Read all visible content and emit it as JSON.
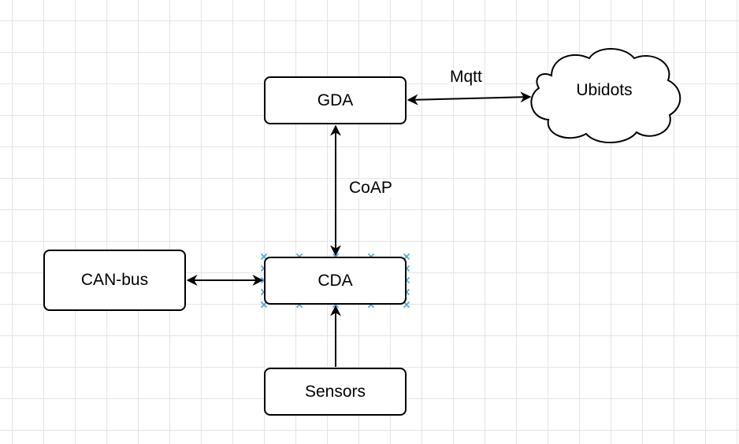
{
  "diagram": {
    "nodes": {
      "gda": "GDA",
      "cda": "CDA",
      "canbus": "CAN-bus",
      "sensors": "Sensors",
      "ubidots": "Ubidots"
    },
    "edges": [
      {
        "from": "gda",
        "to": "ubidots",
        "label": "Mqtt",
        "direction": "both"
      },
      {
        "from": "gda",
        "to": "cda",
        "label": "CoAP",
        "direction": "both"
      },
      {
        "from": "canbus",
        "to": "cda",
        "label": "",
        "direction": "both"
      },
      {
        "from": "sensors",
        "to": "cda",
        "label": "",
        "direction": "forward"
      }
    ],
    "edge_labels": {
      "mqtt": "Mqtt",
      "coap": "CoAP"
    },
    "selected_node": "cda"
  },
  "colors": {
    "stroke": "#000000",
    "grid": "#e4e4e4",
    "selection": "#4aa3df",
    "background": "#ffffff"
  }
}
